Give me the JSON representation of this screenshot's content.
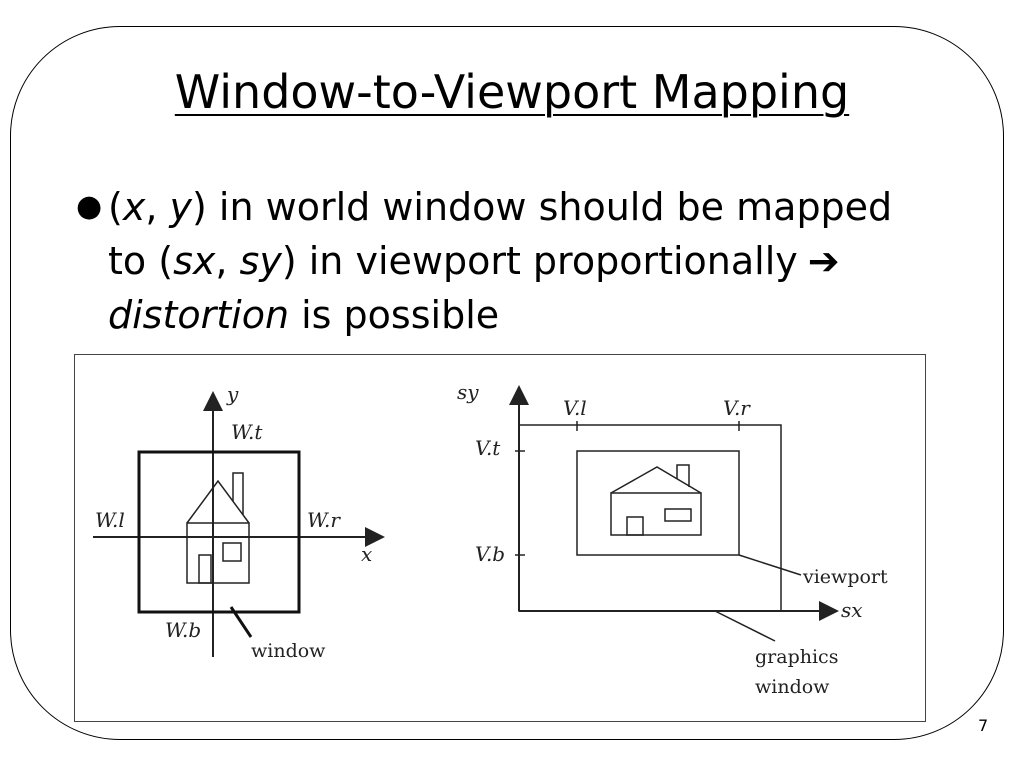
{
  "slide": {
    "title": "Window-to-Viewport Mapping",
    "page_number": "7"
  },
  "bullet": {
    "marker": "●",
    "line1": {
      "p1": "(",
      "x": "x",
      "p2": ", ",
      "y": "y",
      "p3": ") in world window should be mapped"
    },
    "line2": {
      "p1": "to (",
      "sx": "sx",
      "p2": ", ",
      "sy": "sy",
      "p3": ") in viewport proportionally",
      "arrow": "➔"
    },
    "line3": {
      "distortion": "distortion",
      "p1": " is possible"
    }
  },
  "diagram": {
    "left": {
      "y_axis": "y",
      "x_axis": "x",
      "top": "W.t",
      "left": "W.l",
      "right": "W.r",
      "bottom": "W.b",
      "caption": "window"
    },
    "right": {
      "y_axis": "sy",
      "x_axis": "sx",
      "left": "V.l",
      "right": "V.r",
      "top": "V.t",
      "bottom": "V.b",
      "viewport_caption": "viewport",
      "graphics_caption_1": "graphics",
      "graphics_caption_2": "window"
    }
  }
}
